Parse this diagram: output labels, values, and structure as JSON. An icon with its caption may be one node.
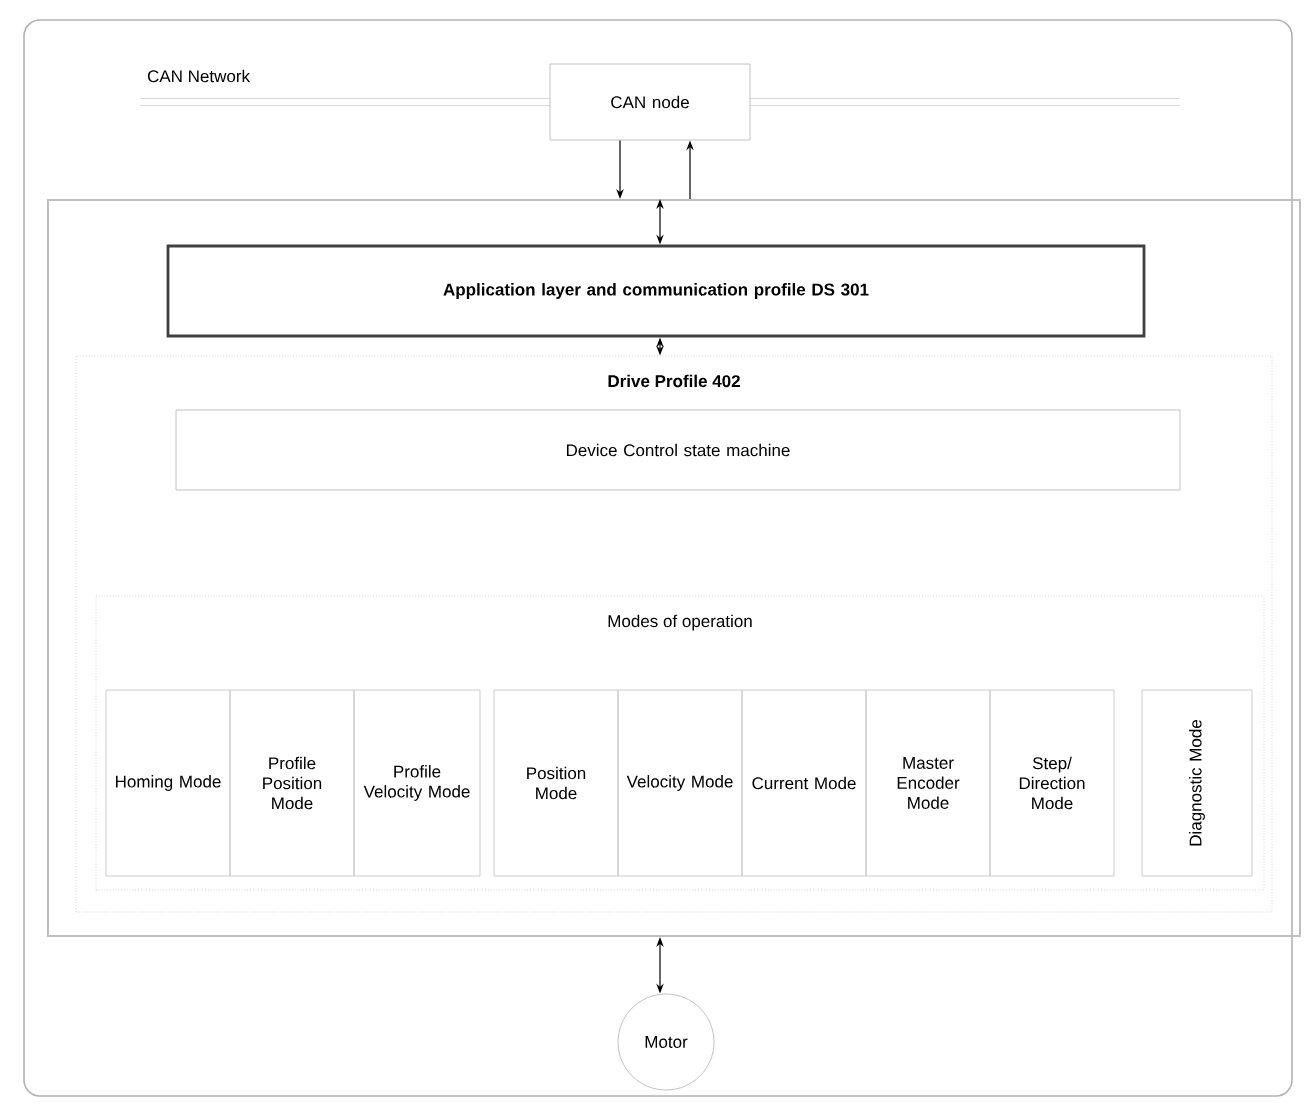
{
  "diagram": {
    "nodes": [
      {
        "text": [
          "CAN node"
        ]
      },
      {
        "text": [],
        "shape": "box"
      },
      {
        "text": [
          "Application layer and communication profile DS 301"
        ],
        "in": 1
      },
      {
        "text": [
          "Drive Profile 402"
        ],
        "in": 1
      },
      {
        "text": [
          "Device Control state machine"
        ],
        "in": 3
      },
      {
        "text": [
          "Modes of operation"
        ],
        "in": 3
      },
      {
        "text": [
          "Homing Mode"
        ],
        "in": 5
      },
      {
        "text": [
          "Profile Position Mode"
        ],
        "in": 5
      },
      {
        "text": [
          "Profile Velocity Mode"
        ],
        "in": 5
      },
      {
        "text": [
          "Position Mode"
        ],
        "in": 5
      },
      {
        "text": [
          "Velocity Mode"
        ],
        "in": 5
      },
      {
        "text": [
          "Current Mode"
        ],
        "in": 5
      },
      {
        "text": [
          "Master Encoder Mode"
        ],
        "in": 5
      },
      {
        "text": [
          "Step/ Direction Mode"
        ],
        "in": 5
      },
      {
        "text": [
          "Diagnostic Mode"
        ],
        "in": 5
      },
      {
        "text": [
          "Motor"
        ]
      }
    ],
    "edges": [
      {
        "from": 0,
        "to": 1,
        "arrow": "to"
      },
      {
        "from": 1,
        "to": 0,
        "arrow": "to"
      },
      {
        "from": 1,
        "to": 2,
        "arrow": "both"
      },
      {
        "from": 2,
        "to": 3,
        "arrow": "both"
      },
      {
        "from": 1,
        "to": 15,
        "arrow": "both"
      }
    ],
    "labels": [
      "CAN Network"
    ]
  }
}
